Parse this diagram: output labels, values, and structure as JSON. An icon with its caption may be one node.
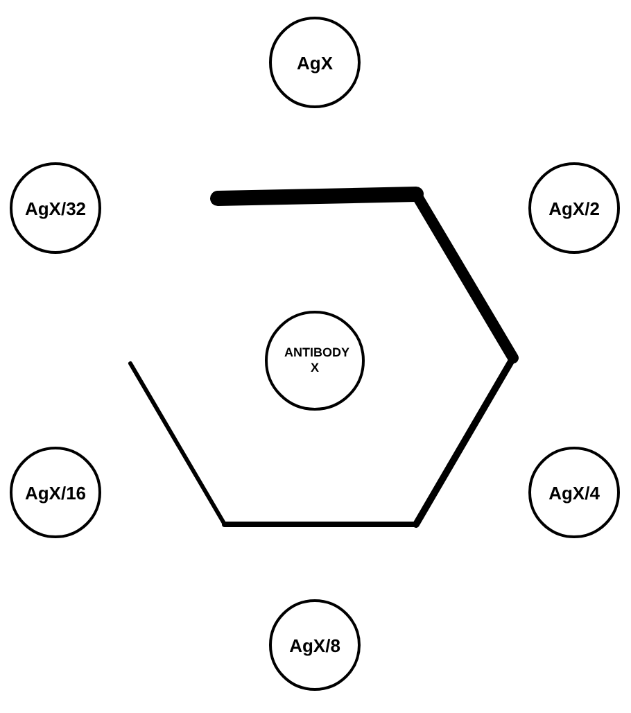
{
  "diagram": {
    "nodes": [
      {
        "text": [
          "AgX"
        ]
      },
      {
        "text": [
          "AgX/32"
        ]
      },
      {
        "text": [
          "AgX/2"
        ]
      },
      {
        "text": [
          "ANTIBODY X"
        ]
      },
      {
        "text": [
          "AgX/16"
        ]
      },
      {
        "text": [
          "AgX/4"
        ]
      },
      {
        "text": [
          "AgX/8"
        ]
      }
    ]
  }
}
